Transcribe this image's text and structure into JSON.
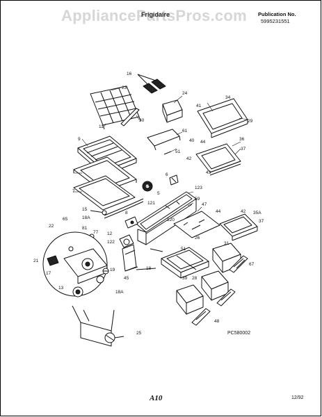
{
  "header": {
    "watermark": "AppliancePartsPros.com",
    "brand": "Frigidaire",
    "publication_label": "Publication No.",
    "publication_number": "5995231551"
  },
  "footer": {
    "page_code": "A10",
    "date": "12/92"
  },
  "drawing_code": "PC580002",
  "callouts": [
    "16",
    "23",
    "11",
    "30",
    "24",
    "34",
    "41",
    "29",
    "9",
    "61",
    "40",
    "44",
    "36",
    "37",
    "51",
    "42",
    "43",
    "6",
    "14",
    "5",
    "123",
    "7",
    "121",
    "59",
    "47",
    "15",
    "18A",
    "8",
    "44",
    "42",
    "35A",
    "37",
    "22",
    "65",
    "81",
    "77",
    "120",
    "12",
    "122",
    "26",
    "31",
    "51",
    "67",
    "21",
    "19",
    "17",
    "13",
    "45",
    "18",
    "18A",
    "39",
    "28",
    "48",
    "25"
  ],
  "colors": {
    "ink": "#111111",
    "background": "#ffffff",
    "watermark": "#d6d6d6"
  }
}
